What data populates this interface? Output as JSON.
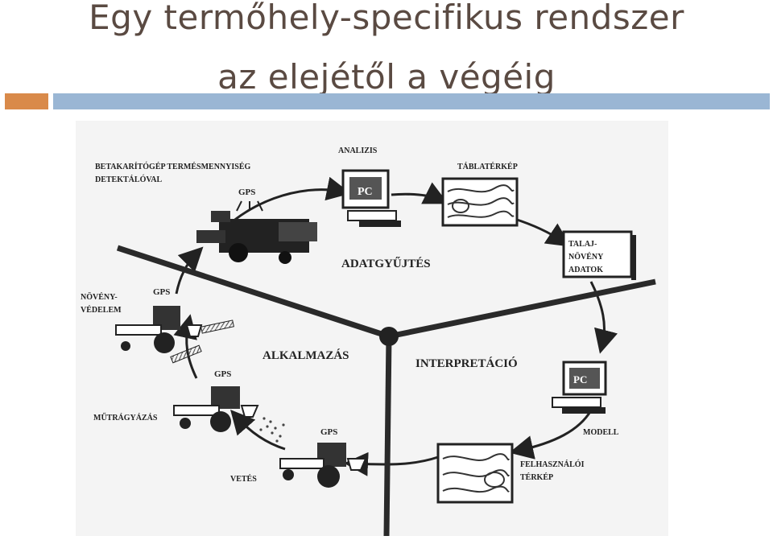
{
  "slide": {
    "title_line1": "Egy termőhely-specifikus rendszer",
    "title_line2": "az elejétől a végéig"
  },
  "diagram": {
    "sections": {
      "adatgyujtes": "ADATGYŰJTÉS",
      "alkalmazas": "ALKALMAZÁS",
      "interpretacio": "INTERPRETÁCIÓ"
    },
    "labels": {
      "combine_line1": "BETAKARÍTÓGÉP TERMÉSMENNYISÉG",
      "combine_line2": "DETEKTÁLÓVAL",
      "analizis": "ANALIZIS",
      "tablaterkep": "TÁBLATÉRKÉP",
      "talaj1": "TALAJ-",
      "talaj2": "NÖVÉNY",
      "talaj3": "ADATOK",
      "modell": "MODELL",
      "felhasznaloi1": "FELHASZNÁLÓI",
      "felhasznaloi2": "TÉRKÉP",
      "vetes": "VETÉS",
      "mutragyazas": "MŰTRÁGYÁZÁS",
      "novenyvedelem1": "NÖVÉNY-",
      "novenyvedelem2": "VÉDELEM",
      "gps": "GPS",
      "pc": "PC"
    }
  }
}
